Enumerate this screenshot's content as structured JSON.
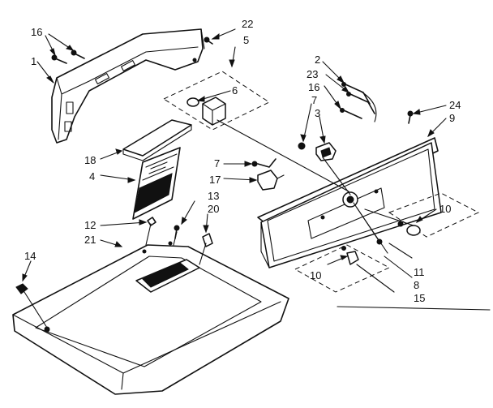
{
  "callouts": [
    {
      "id": "c16a",
      "text": "16"
    },
    {
      "id": "c1",
      "text": "1"
    },
    {
      "id": "c22",
      "text": "22"
    },
    {
      "id": "c5",
      "text": "5"
    },
    {
      "id": "c6",
      "text": "6"
    },
    {
      "id": "c2",
      "text": "2"
    },
    {
      "id": "c23",
      "text": "23"
    },
    {
      "id": "c16b",
      "text": "16"
    },
    {
      "id": "c7a",
      "text": "7"
    },
    {
      "id": "c3",
      "text": "3"
    },
    {
      "id": "c24",
      "text": "24"
    },
    {
      "id": "c9",
      "text": "9"
    },
    {
      "id": "c18",
      "text": "18"
    },
    {
      "id": "c4",
      "text": "4"
    },
    {
      "id": "c7b",
      "text": "7"
    },
    {
      "id": "c17",
      "text": "17"
    },
    {
      "id": "c13",
      "text": "13"
    },
    {
      "id": "c20",
      "text": "20"
    },
    {
      "id": "c12",
      "text": "12"
    },
    {
      "id": "c21",
      "text": "21"
    },
    {
      "id": "c14",
      "text": "14"
    },
    {
      "id": "c10a",
      "text": "10"
    },
    {
      "id": "c11",
      "text": "11"
    },
    {
      "id": "c10b",
      "text": "10"
    },
    {
      "id": "c8",
      "text": "8"
    },
    {
      "id": "c15",
      "text": "15"
    }
  ]
}
